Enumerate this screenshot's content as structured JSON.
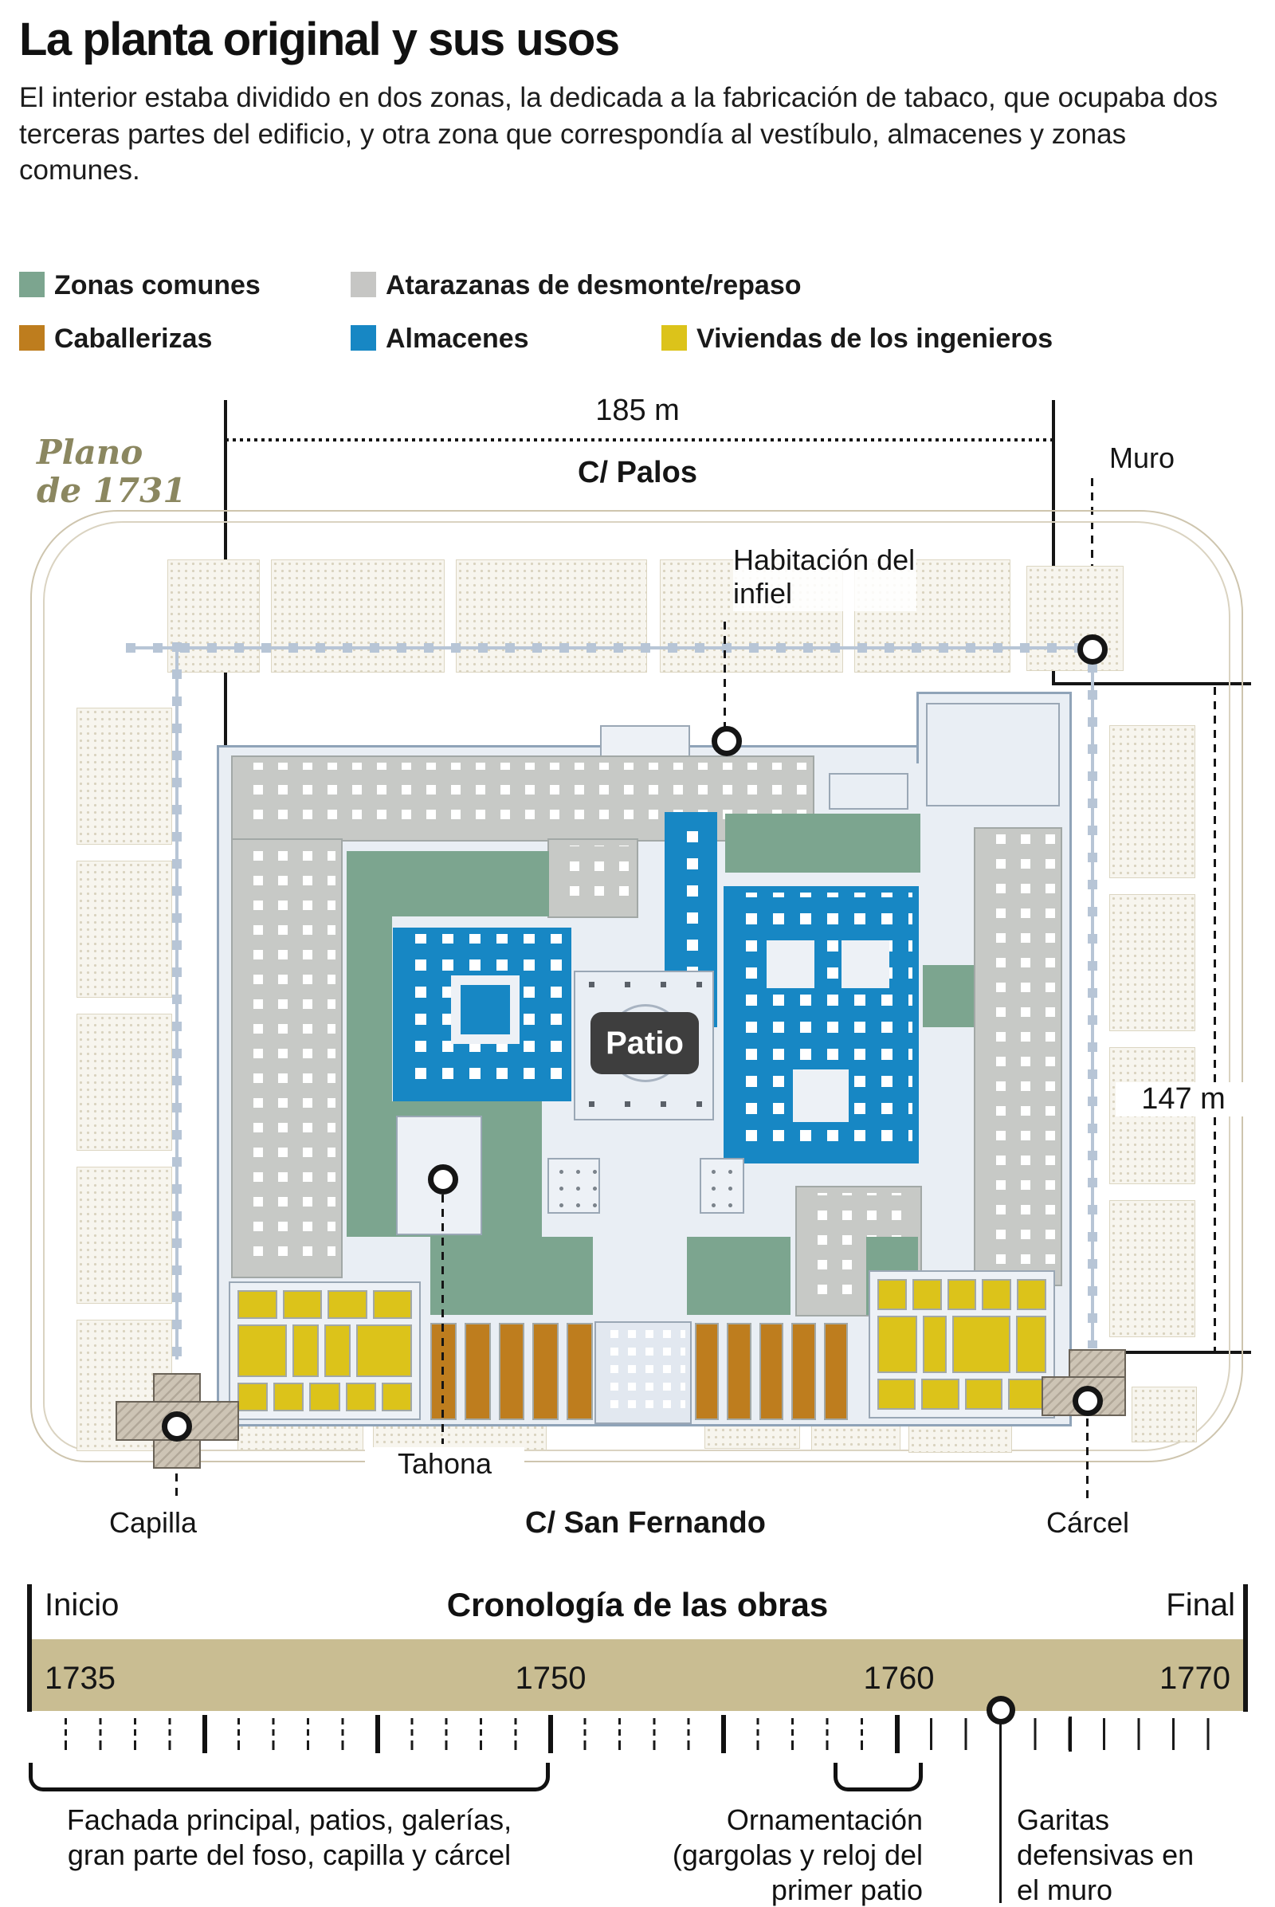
{
  "header": {
    "title": "La planta original y sus usos",
    "intro": "El interior estaba dividido en dos zonas, la dedicada a la fabricación de tabaco, que ocupaba dos terceras partes del edificio, y otra zona que correspondía al vestíbulo, almacenes y zonas comunes."
  },
  "legend": {
    "items": [
      {
        "label": "Zonas comunes",
        "color": "#7CA58F"
      },
      {
        "label": "Atarazanas de desmonte/repaso",
        "color": "#C6C6C4"
      },
      {
        "label": "Caballerizas",
        "color": "#BE7D1E"
      },
      {
        "label": "Almacenes",
        "color": "#1787C4"
      },
      {
        "label": "Viviendas de los ingenieros",
        "color": "#DCC31A"
      }
    ]
  },
  "plan": {
    "source_note": "Plano de 1731",
    "width_dimension": "185 m",
    "height_dimension": "147 m",
    "street_top": "C/ Palos",
    "street_bottom": "C/ San Fernando",
    "labels": {
      "muro": "Muro",
      "habitacion": "Habitación del infiel",
      "patio": "Patio",
      "tahona": "Tahona",
      "capilla": "Capilla",
      "carcel": "Cárcel"
    }
  },
  "timeline": {
    "title": "Cronología de las obras",
    "start_label": "Inicio",
    "end_label": "Final",
    "year_ticks": [
      "1735",
      "1750",
      "1760",
      "1770"
    ],
    "annotations": [
      {
        "text": "Fachada principal, patios, galerías, gran parte del foso, capilla y cárcel"
      },
      {
        "text": "Ornamentación (gargolas y reloj del primer patio"
      },
      {
        "text": "Garitas defensivas en el muro"
      }
    ]
  },
  "colors": {
    "zonas_comunes": "#7CA58F",
    "atarazanas": "#C6C6C4",
    "caballerizas": "#BE7D1E",
    "almacenes": "#1787C4",
    "viviendas": "#DCC31A",
    "timeline_band": "#C9BD92",
    "building_base": "#E9EEF4",
    "plan_note_text": "#8B8760"
  }
}
